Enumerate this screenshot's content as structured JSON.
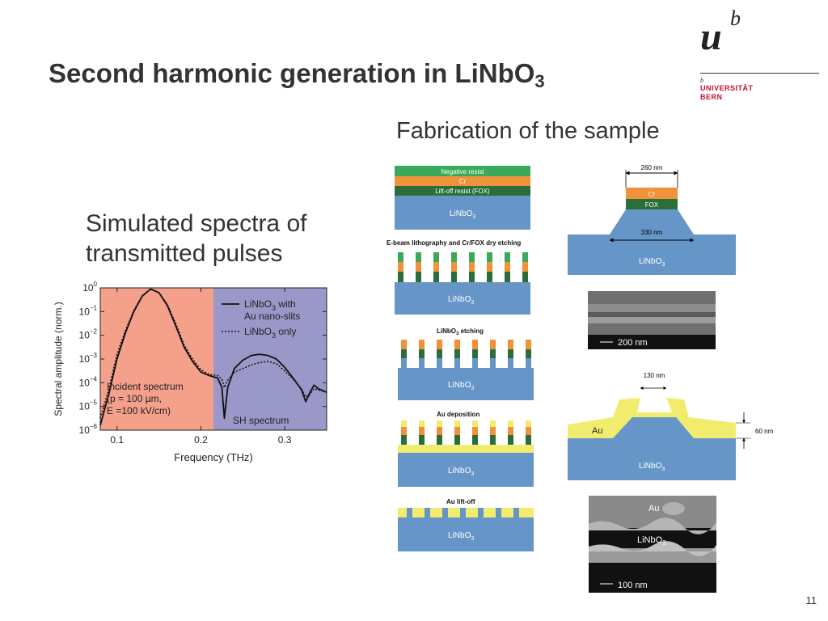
{
  "slide": {
    "title": "Second harmonic generation in LiNbO",
    "title_sub": "3",
    "page_number": "11"
  },
  "logo": {
    "u": "u",
    "b": "b",
    "small_b": "b",
    "line1": "UNIVERSITÄT",
    "line2": "BERN",
    "accent_color": "#c8102e"
  },
  "left": {
    "heading_line1": "Simulated spectra of",
    "heading_line2": "transmitted pulses"
  },
  "right": {
    "heading": "Fabrication of the sample"
  },
  "chart_data": {
    "type": "line",
    "xlabel": "Frequency (THz)",
    "ylabel": "Spectral amplitude (norm.)",
    "xlim": [
      0.08,
      0.35
    ],
    "ylim_log10": [
      -6,
      0
    ],
    "xticks": [
      "0.1",
      "0.2",
      "0.3"
    ],
    "xtick_values": [
      0.1,
      0.2,
      0.3
    ],
    "ytick_exponents": [
      0,
      -1,
      -2,
      -3,
      -4,
      -5,
      -6
    ],
    "regions": [
      {
        "x_from": 0.08,
        "x_to": 0.215,
        "color": "#f4a08a",
        "label_lines": [
          "Incident spectrum",
          "(p = 100 µm,",
          "E =100 kV/cm)"
        ]
      },
      {
        "x_from": 0.215,
        "x_to": 0.35,
        "color": "#9a98c8",
        "label_lines": [
          "SH spectrum"
        ]
      }
    ],
    "legend": [
      {
        "label_line1": "LiNbO3 with",
        "label_line2": "Au nano-slits",
        "style": "solid"
      },
      {
        "label_line1": "LiNbO3 only",
        "label_line2": "",
        "style": "dotted"
      }
    ],
    "series": [
      {
        "style": "solid",
        "x": [
          0.08,
          0.09,
          0.1,
          0.11,
          0.12,
          0.13,
          0.14,
          0.15,
          0.16,
          0.17,
          0.18,
          0.19,
          0.2,
          0.21,
          0.22,
          0.225,
          0.228,
          0.232,
          0.24,
          0.25,
          0.26,
          0.27,
          0.28,
          0.29,
          0.3,
          0.31,
          0.32,
          0.325,
          0.33,
          0.335,
          0.34,
          0.35
        ],
        "log10_y": [
          -5.8,
          -4.5,
          -3.0,
          -1.9,
          -1.0,
          -0.35,
          -0.05,
          -0.2,
          -0.75,
          -1.6,
          -2.5,
          -3.1,
          -3.55,
          -3.7,
          -3.8,
          -4.2,
          -5.5,
          -4.2,
          -3.4,
          -3.05,
          -2.85,
          -2.8,
          -2.85,
          -3.0,
          -3.35,
          -3.8,
          -4.3,
          -4.8,
          -4.4,
          -4.1,
          -4.25,
          -4.4
        ]
      },
      {
        "style": "dotted",
        "x": [
          0.08,
          0.09,
          0.1,
          0.11,
          0.12,
          0.13,
          0.14,
          0.15,
          0.16,
          0.17,
          0.18,
          0.19,
          0.2,
          0.21,
          0.22,
          0.225,
          0.228,
          0.232,
          0.24,
          0.25,
          0.26,
          0.27,
          0.28,
          0.29,
          0.3,
          0.31,
          0.32,
          0.325,
          0.33,
          0.335,
          0.34,
          0.35
        ],
        "log10_y": [
          -5.5,
          -4.3,
          -2.8,
          -1.8,
          -0.95,
          -0.33,
          -0.05,
          -0.2,
          -0.7,
          -1.5,
          -2.4,
          -3.0,
          -3.45,
          -3.65,
          -3.7,
          -3.85,
          -4.2,
          -3.9,
          -3.55,
          -3.4,
          -3.25,
          -3.15,
          -3.1,
          -3.2,
          -3.5,
          -3.85,
          -4.25,
          -4.6,
          -4.5,
          -4.25,
          -4.3,
          -4.4
        ]
      }
    ]
  },
  "fabrication": {
    "layer_negative_resist": "Negative resist",
    "layer_cr": "Cr",
    "layer_fox": "Lift-off  resist (FOX)",
    "substrate": "LiNbO",
    "substrate_sub": "3",
    "step2": "E-beam lithography and Cr/FOX dry etching",
    "step3": "LiNbO",
    "step3_sub": "3",
    "step3_suffix": " etching",
    "step4": "Au deposition",
    "step5": "Au lift-off",
    "cross_top_width": "260 nm",
    "cross_bottom_width": "330 nm",
    "cross_cr": "Cr",
    "cross_fox": "FOX",
    "sem1_scale": "200 nm",
    "au_gap": "130 nm",
    "au_label": "Au",
    "au_thickness": "60 nm",
    "sem2_au": "Au",
    "sem2_scale": "100 nm",
    "color_green": "#3aaa5a",
    "color_orange": "#f0923a",
    "color_darkgreen": "#2b6e3a",
    "color_blue": "#6696c8",
    "color_gold": "#f2ec6e"
  }
}
